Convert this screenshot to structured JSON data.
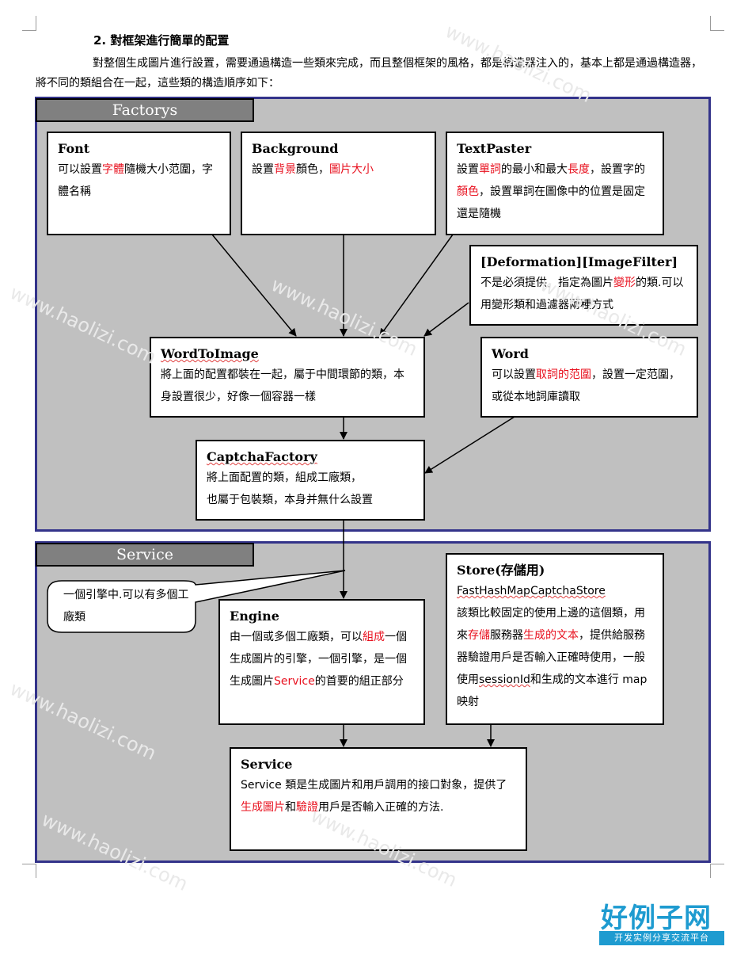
{
  "heading": "2. 對框架進行簡單的配置",
  "intro": "對整個生成圖片進行設置，需要通過構造一些類來完成，而且整個框架的風格，都是構造器注入的，基本上都是通過構造器，將不同的類組合在一起，這些類的構造順序如下：",
  "factory_panel": {
    "tab": "Factorys"
  },
  "service_panel": {
    "tab": "Service"
  },
  "boxes": {
    "font": {
      "title": "Font",
      "p1": "可以設置",
      "r1": "字體",
      "p2": "隨機大小范圍，字體名稱"
    },
    "background": {
      "title": "Background",
      "p1": "設置",
      "r1": "背景",
      "p2": "顏色，",
      "r2": "圖片大小"
    },
    "textpaster": {
      "title": "TextPaster",
      "p1": "設置",
      "r1": "單詞",
      "p2": "的最小和最大",
      "r2": "長度",
      "p3": "，設置字的",
      "r3": "顏色",
      "p4": "，設置單詞在圖像中的位置是固定還是隨機"
    },
    "deformation": {
      "title": "[Deformation][ImageFilter]",
      "p1": "不是必須提供，指定為圖片",
      "r1": "變形",
      "p2": "的類.可以用變形類和過濾器兩種方式"
    },
    "wordtoimage": {
      "title": "WordToImage",
      "text": "將上面的配置都裝在一起，屬于中間環節的類，本身設置很少，好像一個容器一樣"
    },
    "word": {
      "title": "Word",
      "p1": "可以設置",
      "r1": "取詞的范圍",
      "p2": "，設置一定范圍，或從本地詞庫讀取"
    },
    "captchafactory": {
      "title": "CaptchaFactory",
      "line1": "將上面配置的類，組成工廠類，",
      "line2": "也屬于包裝類，本身并無什么設置"
    },
    "engine": {
      "title": "Engine",
      "p1": "由一個或多個工廠類，可以",
      "r1": "組成",
      "p2": "一個生成圖片的引擎，一個引擎，是一個生成圖片",
      "r2": "Service",
      "p3": "的首要的組正部分"
    },
    "store": {
      "title": "Store(存儲用)",
      "sub": "FastHashMapCaptchaStore",
      "p1": "該類比較固定的使用上邊的這個類，用來",
      "r1": "存儲",
      "p2": "服務器",
      "r2": "生成的文本",
      "p3": "，提供給服務器驗證用戶是否輸入正確時使用，一般使用",
      "sid": "sessionId",
      "p4": "和生成的文本進行 map 映射"
    },
    "service": {
      "title": "Service",
      "p1": "Service 類是生成圖片和用戶調用的接口對象，提供了",
      "r1": "生成圖片",
      "p2": "和",
      "r2": "驗證",
      "p3": "用戶是否輸入正確的方法."
    }
  },
  "callout": "一個引擎中.可以有多個工廠類",
  "watermark": "www.haolizi.com",
  "logo": {
    "main": "好例子网",
    "sub": "开发实例分享交流平台"
  }
}
